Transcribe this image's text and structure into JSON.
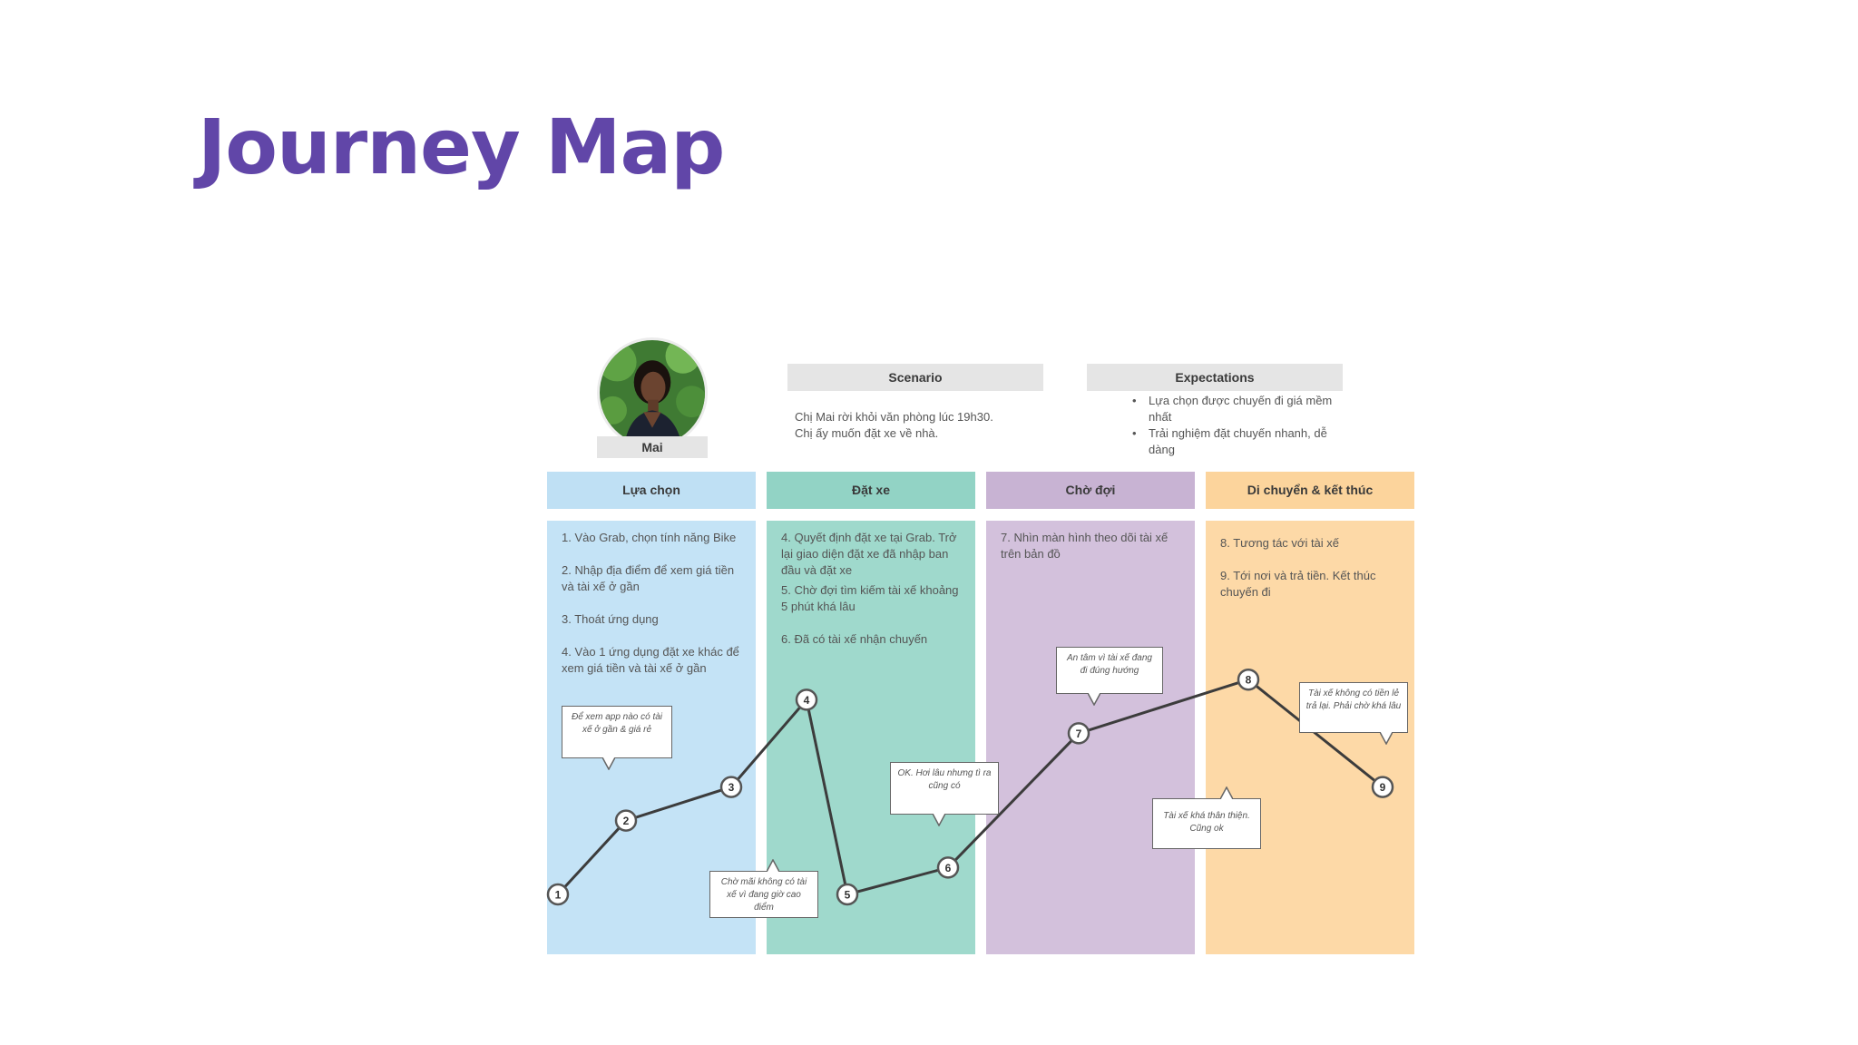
{
  "title": "Journey Map",
  "persona": {
    "name": "Mai"
  },
  "scenario": {
    "label": "Scenario",
    "lines": [
      "Chị Mai rời khỏi văn phòng lúc 19h30.",
      "Chị ấy muốn đặt xe về nhà."
    ]
  },
  "expectations": {
    "label": "Expectations",
    "items": [
      "Lựa chọn được chuyến đi giá mềm nhất",
      "Trải nghiệm đặt chuyến nhanh, dễ dàng"
    ]
  },
  "stages": [
    {
      "label": "Lựa chọn",
      "color": "#c4e3f6",
      "steps": [
        "1. Vào Grab, chọn tính năng Bike",
        "2. Nhập địa điểm để xem giá tiền và tài xế ở gần",
        "3. Thoát ứng dụng",
        "4. Vào 1 ứng dụng đặt xe khác để xem giá tiền và tài xế ở gần"
      ]
    },
    {
      "label": "Đặt xe",
      "color": "#9fd9cc",
      "steps": [
        "4. Quyết định đặt xe tại Grab. Trở lại giao diện đặt xe đã nhập ban đầu và đặt xe",
        "5. Chờ đợi tìm kiếm tài xế khoảng 5 phút khá lâu",
        "6. Đã có tài xế nhận chuyến"
      ]
    },
    {
      "label": "Chờ đợi",
      "color": "#d3c1dc",
      "steps": [
        "7. Nhìn màn hình theo dõi tài xế trên bản đồ"
      ]
    },
    {
      "label": "Di chuyển & kết thúc",
      "color": "#fdd9a7",
      "steps": [
        "8. Tương tác với tài xế",
        "9. Tới nơi và trả tiền. Kết thúc chuyến đi"
      ]
    }
  ],
  "chart_data": {
    "type": "line",
    "x": [
      1,
      2,
      3,
      4,
      5,
      6,
      7,
      8,
      9
    ],
    "point_labels": [
      "1",
      "2",
      "3",
      "4",
      "5",
      "6",
      "7",
      "8",
      "9"
    ],
    "stage_index": [
      0,
      0,
      0,
      1,
      1,
      1,
      2,
      3,
      3
    ],
    "values": [
      1.0,
      2.1,
      2.6,
      3.9,
      1.0,
      1.4,
      3.4,
      4.2,
      2.6
    ],
    "ylim": [
      0,
      5
    ],
    "grid": false,
    "line_color": "#3c3c3c",
    "annotations": [
      {
        "point": 2,
        "text": "Để xem app nào có tài xế ở gần & giá rẻ"
      },
      {
        "point": 5,
        "text": "Chờ mãi không có tài xế vì đang giờ cao điểm"
      },
      {
        "point": 6,
        "text": "OK. Hơi lâu nhưng tì ra cũng có"
      },
      {
        "point": 7,
        "text": "An tâm vì tài xế đang đi đúng hướng"
      },
      {
        "point": 8,
        "text": "Tài xế khá thân thiện. Cũng ok"
      },
      {
        "point": 9,
        "text": "Tài xế không có tiền lẻ trả lại. Phải chờ khá lâu"
      }
    ]
  }
}
